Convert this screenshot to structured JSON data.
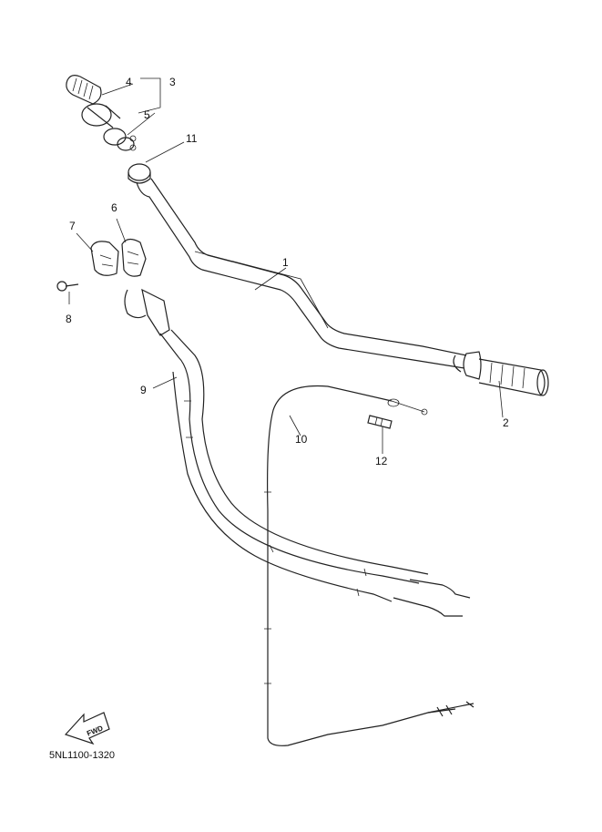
{
  "diagram": {
    "part_code": "5NL1100-1320",
    "direction_label": "FWD",
    "callouts": [
      {
        "id": "1",
        "text": "1"
      },
      {
        "id": "2",
        "text": "2"
      },
      {
        "id": "3",
        "text": "3"
      },
      {
        "id": "4",
        "text": "4"
      },
      {
        "id": "5",
        "text": "5"
      },
      {
        "id": "6",
        "text": "6"
      },
      {
        "id": "7",
        "text": "7"
      },
      {
        "id": "8",
        "text": "8"
      },
      {
        "id": "9",
        "text": "9"
      },
      {
        "id": "10",
        "text": "10"
      },
      {
        "id": "11",
        "text": "11"
      },
      {
        "id": "12",
        "text": "12"
      }
    ]
  }
}
